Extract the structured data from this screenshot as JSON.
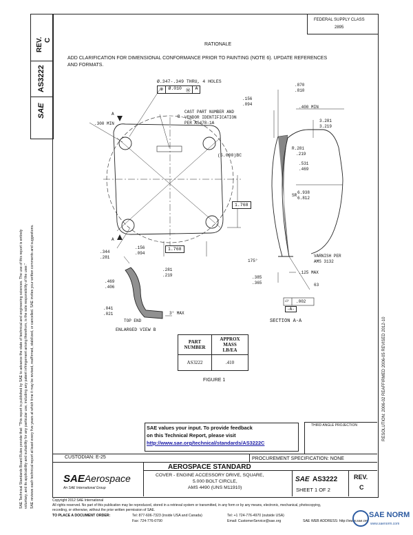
{
  "revision_block": {
    "rev_label": "REV.",
    "rev_value": "C",
    "doc_number": "AS3222"
  },
  "header_stamp": {
    "line1": "FEDERAL SUPPLY CLASS",
    "line2": "2895"
  },
  "rationale": {
    "title": "RATIONALE",
    "text1": "ADD CLARIFICATION FOR DIMENSIONAL CONFORMANCE PRIOR TO PAINTING (NOTE 6). UPDATE REFERENCES",
    "text2": "AND FORMATS."
  },
  "left_margin": {
    "line1": "SAE Technical Standards Board Rules provide that: \"This report is published by SAE to advance the state of technical and engineering sciences. The use of this report is entirely",
    "line2": "voluntary, and its applicability and suitability for any particular use, including any patent infringement arising therefrom, is the sole responsibility of the user.\"",
    "line3": "SAE reviews each technical report at least every five years at which time it may be revised, reaffirmed, stabilized, or cancelled. SAE invites your written comments and suggestions."
  },
  "right_margin": {
    "text": "RESOLUTION: 2006-02     REAFFIRMED 2006-05     REVISED 2012-10"
  },
  "drawing": {
    "hole_note": "Ø.347-.349 THRU, 4 HOLES",
    "fcf_tol": "Ø.010",
    "fcf_mod": "Ⓜ",
    "fcf_datum": "A",
    "cast_note1": "CAST PART NUMBER AND",
    "cast_note2": "VENDOR IDENTIFICATION",
    "cast_note3": "PER AS478-1A",
    "d_156": ".156",
    "d_094": ".094",
    "d_870": ".870",
    "d_810": ".810",
    "d_400min": ".400 MIN",
    "d_300min": ".300 MIN",
    "bolt_circle": "(5.000)BC",
    "d_3281": "3.281",
    "d_3219": "3.219",
    "r_281": ".281",
    "r_219": ".219",
    "r_531": ".531",
    "r_469": ".469",
    "sr_6938": "6.938",
    "sr_6812": "6.812",
    "sr_label": "SR",
    "r_prefix": "R",
    "box_1768a": "1.768",
    "box_1768b": "1.768",
    "r_344": ".344",
    "r_281b": ".281",
    "d_156b": ".156",
    "d_094b": ".094",
    "deg_175": "175°",
    "varnish1": "VARNISH PER",
    "varnish2": "AMS 3132",
    "d_125max": ".125 MAX",
    "d_385": ".385",
    "d_365": ".365",
    "ang_63": "63",
    "flat_tol": ".002",
    "flat_datum": "-A-",
    "r_281c": ".281",
    "r_219c": ".219",
    "r_469c": ".469",
    "r_406c": ".406",
    "r_041": ".041",
    "r_021": ".021",
    "top_end": "TOP END",
    "three_max": "3° MAX",
    "enlarged_view": "ENLARGED VIEW B",
    "section_aa": "SECTION A-A",
    "label_A": "A",
    "label_B": "B"
  },
  "mass_table": {
    "h1a": "PART",
    "h1b": "NUMBER",
    "h2a": "APPROX",
    "h2b": "MASS",
    "h2c": "LB/EA",
    "row_part": "AS3222",
    "row_mass": ".410"
  },
  "figure_caption": "FIGURE 1",
  "feedback": {
    "line1": "SAE values your input. To provide feedback",
    "line2": "on this Technical Report, please visit",
    "url": "http://www.sae.org/technical/standards/AS3222C"
  },
  "third_angle": "THIRD ANGLE PROJECTION",
  "custodian": "CUSTODIAN: E-25",
  "procurement": "PROCUREMENT SPECIFICATION: NONE",
  "title_block": {
    "logo_sae": "SAE",
    "logo_aero": "Aerospace",
    "logo_tag": "An SAE International Group",
    "standard": "AEROSPACE STANDARD",
    "desc1": "COVER - ENGINE ACCESSORY DRIVE, SQUARE,",
    "desc2": "5.000 BOLT CIRCLE,",
    "desc3": "AMS 4490 (UNS M11910)",
    "num_logo": "SAE",
    "number": "AS3222",
    "sheet": "SHEET 1 OF 2",
    "rev_label": "REV.",
    "rev_value": "C"
  },
  "footer": {
    "copyright": "Copyright 2012 SAE International",
    "rights1": "All rights reserved. No part of this publication may be reproduced, stored in a retrieval system or transmitted, in any form or by any means, electronic, mechanical, photocopying,",
    "rights2": "recording, or otherwise, without the prior written permission of SAE.",
    "order_label": "TO PLACE A DOCUMENT ORDER:",
    "tel1": "Tel:  877-606-7323 (inside USA and Canada)",
    "tel2": "Tel:  +1 724-776-4970 (outside USA)",
    "fax": "Fax: 724-776-0790",
    "email": "Email: CustomerService@sae.org",
    "web": "SAE WEB ADDRESS:  http://www.sae.org"
  },
  "watermark": {
    "text": "SAE NORM",
    "sub": "www.saenorm.com"
  }
}
